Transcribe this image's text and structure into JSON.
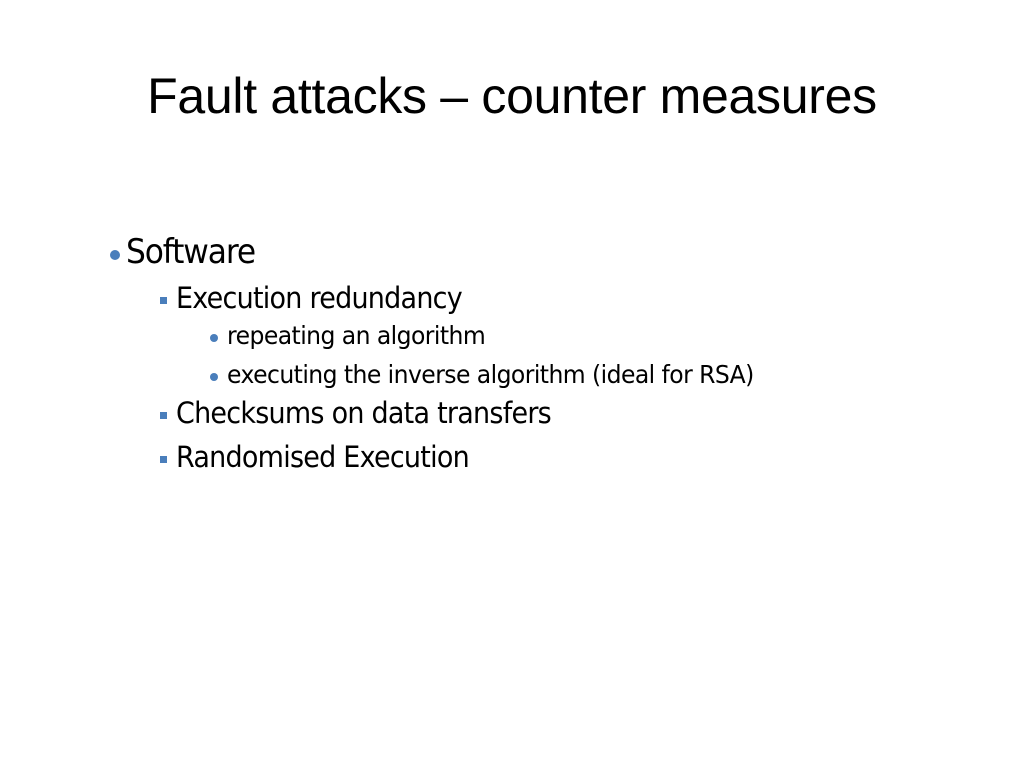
{
  "slide": {
    "title": "Fault attacks – counter measures",
    "bullet_color": "#4a7ebb",
    "outline": [
      {
        "level": 1,
        "text": "Software"
      },
      {
        "level": 2,
        "text": "Execution redundancy"
      },
      {
        "level": 3,
        "text": "repeating an algorithm"
      },
      {
        "level": 3,
        "text": "executing the inverse algorithm (ideal for RSA)"
      },
      {
        "level": 2,
        "text": "Checksums on data transfers"
      },
      {
        "level": 2,
        "text": "Randomised Execution"
      }
    ]
  }
}
